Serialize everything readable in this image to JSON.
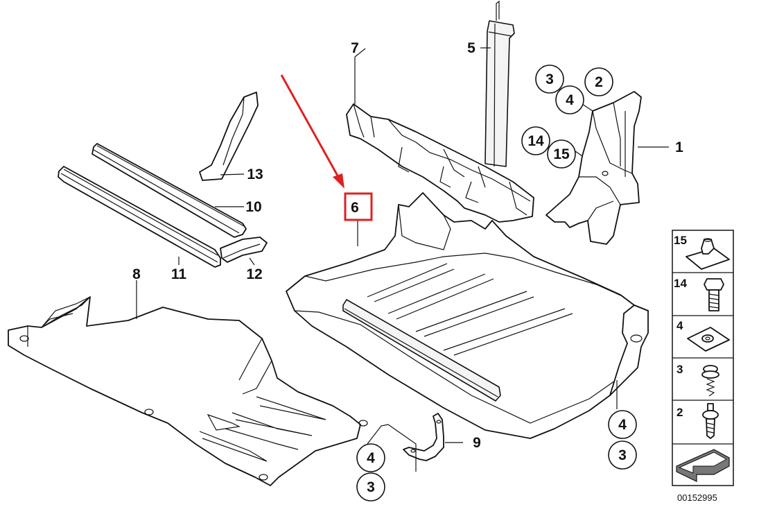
{
  "diagram": {
    "highlight_color": "#e02020",
    "callouts": {
      "c1": "1",
      "c2": "2",
      "c3a": "3",
      "c4a": "4",
      "c5": "5",
      "c6": "6",
      "c7": "7",
      "c8": "8",
      "c9": "9",
      "c10": "10",
      "c11": "11",
      "c12": "12",
      "c13": "13",
      "c14a": "14",
      "c15a": "15",
      "c4b": "4",
      "c3b": "3",
      "c4c": "4",
      "c3c": "3"
    },
    "legend": {
      "items": [
        {
          "number": "15",
          "icon": "clip-nut-icon"
        },
        {
          "number": "14",
          "icon": "hex-bolt-icon"
        },
        {
          "number": "4",
          "icon": "spring-nut-icon"
        },
        {
          "number": "3",
          "icon": "expanding-rivet-icon"
        },
        {
          "number": "2",
          "icon": "push-rivet-icon"
        }
      ],
      "catalog_number": "00152995"
    }
  }
}
